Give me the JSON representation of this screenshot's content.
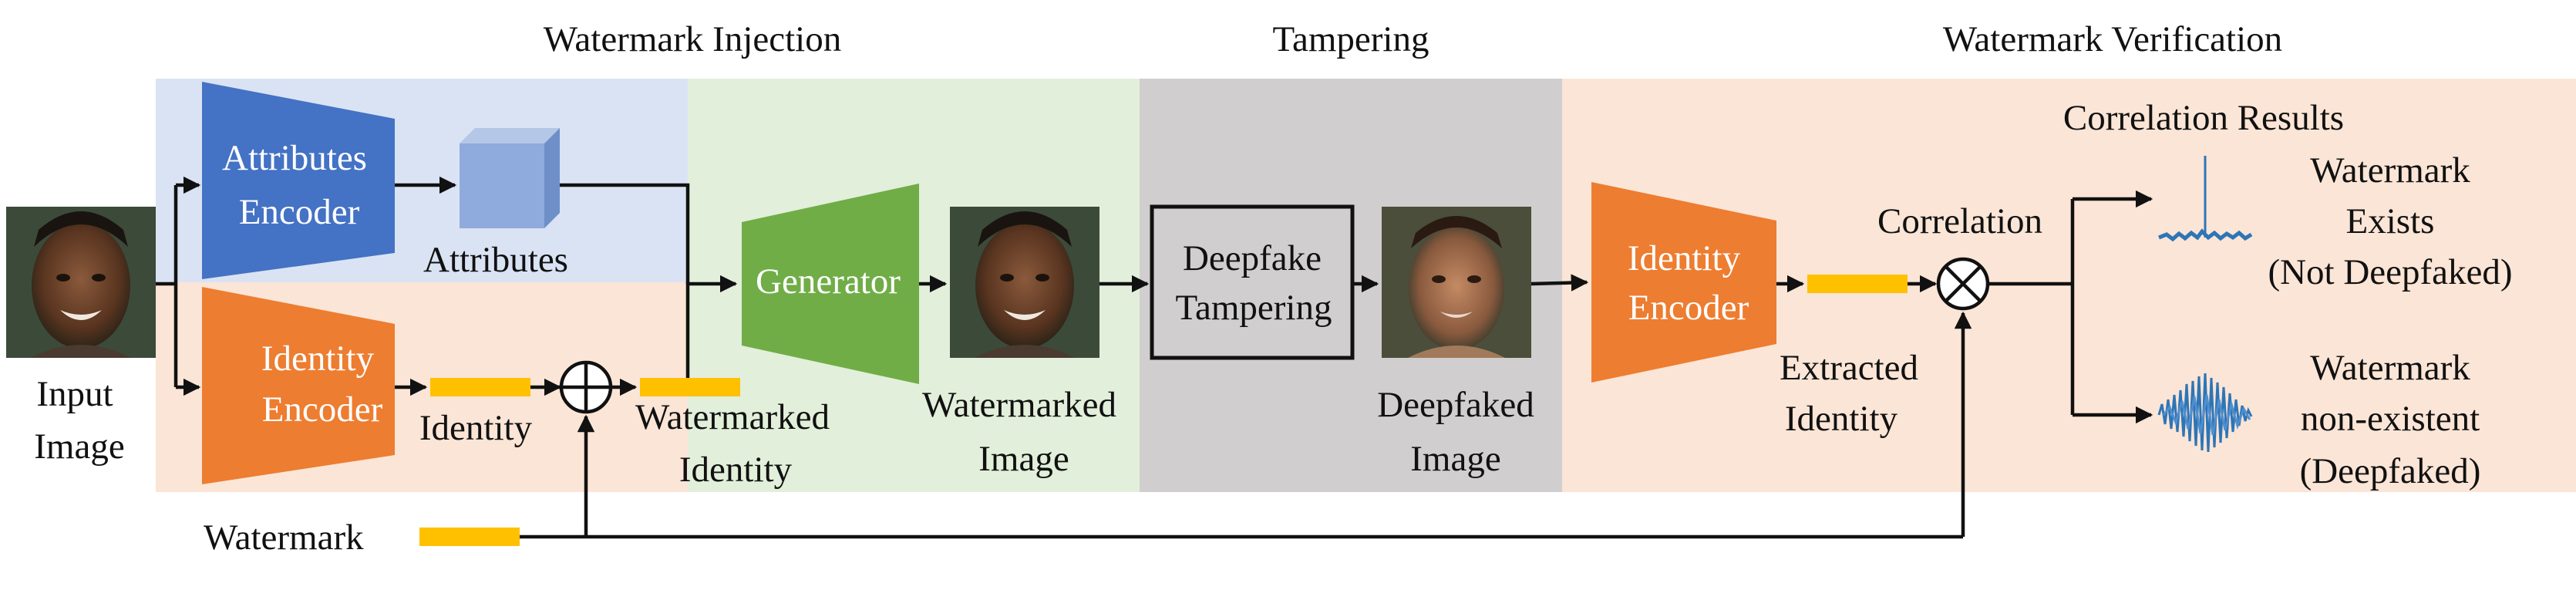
{
  "sections": {
    "injection": "Watermark Injection",
    "tampering": "Tampering",
    "verification": "Watermark Verification"
  },
  "input": {
    "line1": "Input",
    "line2": "Image"
  },
  "attributes_encoder": {
    "line1": "Attributes",
    "line2": "Encoder"
  },
  "attributes_label": "Attributes",
  "identity_encoder": {
    "line1": "Identity",
    "line2": "Encoder"
  },
  "identity_label": "Identity",
  "watermarked_identity": {
    "line1": "Watermarked",
    "line2": "Identity"
  },
  "generator": "Generator",
  "watermarked_image": {
    "line1": "Watermarked",
    "line2": "Image"
  },
  "deepfake_tampering": {
    "line1": "Deepfake",
    "line2": "Tampering"
  },
  "deepfaked_image": {
    "line1": "Deepfaked",
    "line2": "Image"
  },
  "verify_identity_encoder": {
    "line1": "Identity",
    "line2": "Encoder"
  },
  "extracted_identity": {
    "line1": "Extracted",
    "line2": "Identity"
  },
  "correlation": "Correlation",
  "correlation_results": "Correlation Results",
  "result_exists": {
    "line1": "Watermark",
    "line2": "Exists",
    "line3": "(Not Deepfaked)"
  },
  "result_nonexistent": {
    "line1": "Watermark",
    "line2": "non-existent",
    "line3": "(Deepfaked)"
  },
  "watermark_label": "Watermark",
  "colors": {
    "injection_top_bg": "#dae3f3",
    "injection_bottom_bg": "#fbe5d6",
    "generator_bg": "#e2efda",
    "tampering_bg": "#d0cece",
    "verification_bg": "#fbe5d6",
    "attributes_encoder": "#4472c4",
    "identity_encoder": "#ed7d31",
    "generator": "#70ad47",
    "cube": "#8faadc",
    "identity_bar": "#ffc000",
    "plot_color": "#2e75b6"
  }
}
